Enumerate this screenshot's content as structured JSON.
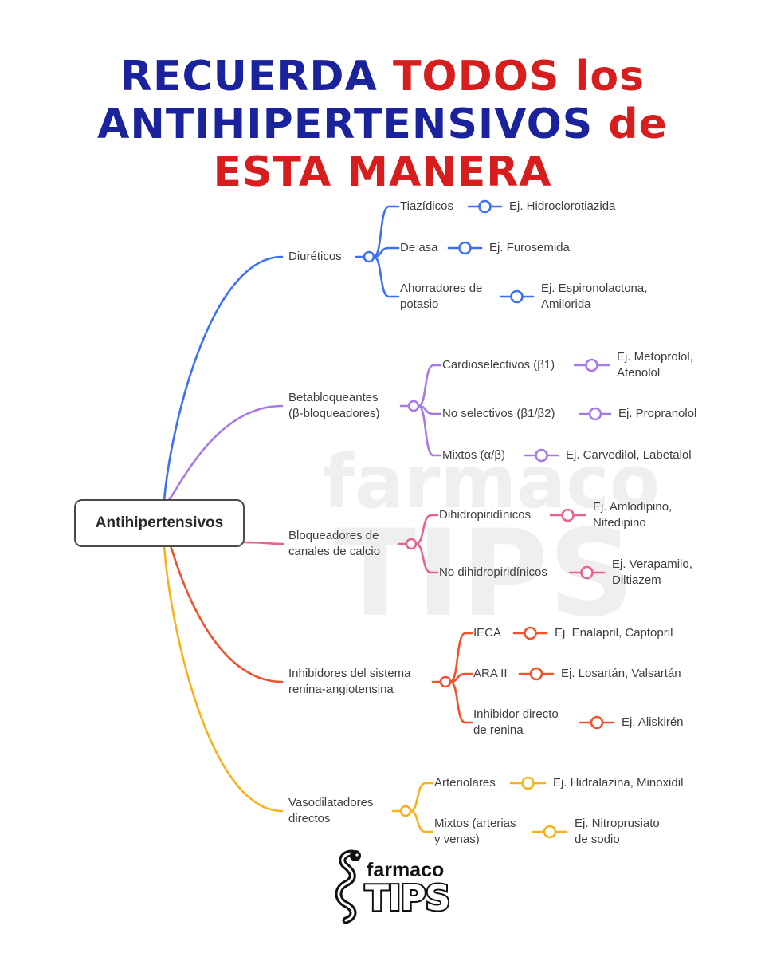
{
  "title": {
    "line1": [
      {
        "text": "RECUERDA ",
        "color": "blue"
      },
      {
        "text": "TODOS los",
        "color": "red"
      }
    ],
    "line2": [
      {
        "text": "ANTIHIPERTENSIVOS ",
        "color": "blue"
      },
      {
        "text": "de",
        "color": "red"
      }
    ],
    "line3": [
      {
        "text": "ESTA MANERA",
        "color": "red"
      }
    ]
  },
  "watermark": {
    "line1": "farmaco",
    "line2": "TIPS"
  },
  "logo": {
    "line1": "farmaco",
    "line2": "TIPS"
  },
  "root": "Antihipertensivos",
  "colors": {
    "blue": "#1a239b",
    "red": "#d71e1e"
  },
  "groups": [
    {
      "label": "Diuréticos",
      "color": "#3b6ff5",
      "items": [
        {
          "label": "Tiazídicos",
          "example": "Ej. Hidroclorotiazida"
        },
        {
          "label": "De asa",
          "example": "Ej. Furosemida"
        },
        {
          "label": "Ahorradores de\npotasio",
          "example": "Ej. Espironolactona,\nAmilorida"
        }
      ]
    },
    {
      "label": "Betabloqueantes\n(β-bloqueadores)",
      "color": "#a57ae8",
      "items": [
        {
          "label": "Cardioselectivos (β1)",
          "example": "Ej. Metoprolol,\nAtenolol"
        },
        {
          "label": "No selectivos (β1/β2)",
          "example": "Ej. Propranolol"
        },
        {
          "label": "Mixtos (α/β)",
          "example": "Ej. Carvedilol, Labetalol"
        }
      ]
    },
    {
      "label": "Bloqueadores de\ncanales de calcio",
      "color": "#e8628f",
      "items": [
        {
          "label": "Dihidropiridínicos",
          "example": "Ej. Amlodipino,\nNifedipino"
        },
        {
          "label": "No dihidropiridínicos",
          "example": "Ej. Verapamilo,\nDiltiazem"
        }
      ]
    },
    {
      "label": "Inhibidores del sistema\nrenina-angiotensina",
      "color": "#f0522d",
      "items": [
        {
          "label": "IECA",
          "example": "Ej. Enalapril, Captopril"
        },
        {
          "label": "ARA II",
          "example": "Ej. Losartán, Valsartán"
        },
        {
          "label": "Inhibidor directo\nde renina",
          "example": "Ej. Aliskirén"
        }
      ]
    },
    {
      "label": "Vasodilatadores\ndirectos",
      "color": "#f7b21a",
      "items": [
        {
          "label": "Arteriolares",
          "example": "Ej. Hidralazina, Minoxidil"
        },
        {
          "label": "Mixtos (arterias\ny venas)",
          "example": "Ej. Nitroprusiato\nde sodio"
        }
      ]
    }
  ]
}
